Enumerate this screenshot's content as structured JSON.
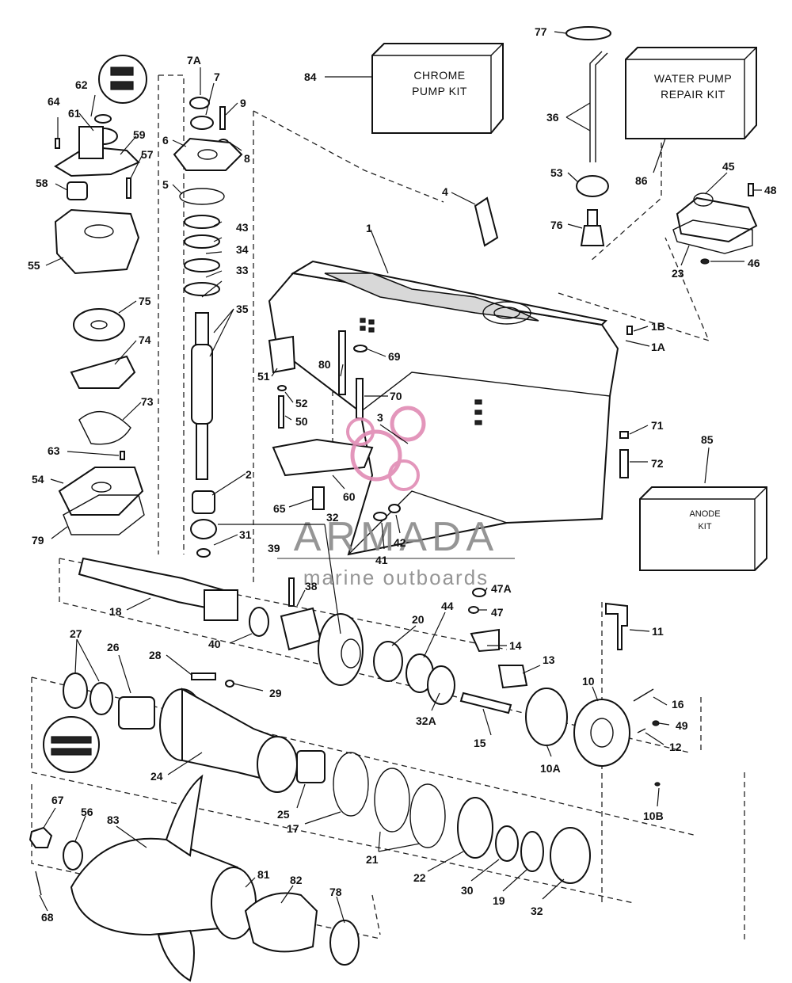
{
  "kits": {
    "chrome": [
      "CHROME",
      "PUMP KIT"
    ],
    "water": [
      "WATER PUMP",
      "REPAIR KIT"
    ],
    "anode": [
      "ANODE",
      "KIT"
    ]
  },
  "watermark": {
    "brand": "ARMADA",
    "tagline": "marine outboards"
  },
  "labels": {
    "l7A": "7A",
    "l7": "7",
    "l9": "9",
    "l8": "8",
    "l6": "6",
    "l5": "5",
    "l43": "43",
    "l34": "34",
    "l33": "33",
    "l35": "35",
    "l2": "2",
    "l31": "31",
    "l32top": "32",
    "l62": "62",
    "l61": "61",
    "l64": "64",
    "l59": "59",
    "l57": "57",
    "l58": "58",
    "l55": "55",
    "l75": "75",
    "l74": "74",
    "l73": "73",
    "l63": "63",
    "l54": "54",
    "l79": "79",
    "l84": "84",
    "l77": "77",
    "l36": "36",
    "l53": "53",
    "l76": "76",
    "l86": "86",
    "l45": "45",
    "l48": "48",
    "l23": "23",
    "l46": "46",
    "l4": "4",
    "l1": "1",
    "l1B": "1B",
    "l1A": "1A",
    "l80": "80",
    "l69": "69",
    "l70": "70",
    "l51": "51",
    "l52": "52",
    "l50": "50",
    "l3": "3",
    "l71": "71",
    "l72": "72",
    "l85": "85",
    "l65": "65",
    "l60": "60",
    "l41": "41",
    "l42": "42",
    "l39": "39",
    "l38": "38",
    "l47A": "47A",
    "l47": "47",
    "l18": "18",
    "l40": "40",
    "l20": "20",
    "l44": "44",
    "l14": "14",
    "l13": "13",
    "l11": "11",
    "l27": "27",
    "l26": "26",
    "l28": "28",
    "l29": "29",
    "l32A": "32A",
    "l15": "15",
    "l10": "10",
    "l10A": "10A",
    "l16": "16",
    "l49": "49",
    "l12": "12",
    "l24": "24",
    "l25": "25",
    "l17": "17",
    "l21": "21",
    "l22": "22",
    "l30": "30",
    "l19": "19",
    "l32bot": "32",
    "l10B": "10B",
    "l67": "67",
    "l56": "56",
    "l83": "83",
    "l81": "81",
    "l82": "82",
    "l78": "78",
    "l68": "68"
  },
  "colors": {
    "line": "#111111",
    "watermark_text": "#8a8a8a",
    "watermark_logo": "#e08bb4"
  }
}
